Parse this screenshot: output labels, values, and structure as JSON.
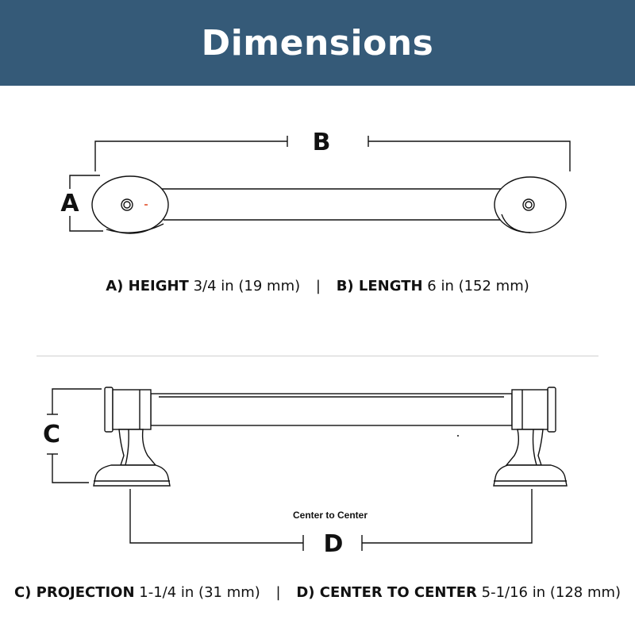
{
  "header": {
    "title": "Dimensions"
  },
  "diagram_top": {
    "labels": {
      "a": "A",
      "b": "B"
    }
  },
  "caption_top": {
    "a_label": "A) HEIGHT",
    "a_value": "3/4 in (19 mm)",
    "separator": "|",
    "b_label": "B) LENGTH",
    "b_value": "6 in (152 mm)"
  },
  "diagram_bottom": {
    "labels": {
      "c": "C",
      "d": "D"
    },
    "center_to_center": "Center to Center"
  },
  "caption_bottom": {
    "c_label": "C) PROJECTION",
    "c_value": "1-1/4 in (31 mm)",
    "separator": "|",
    "d_label": "D) CENTER TO CENTER",
    "d_value": "5-1/16 in (128 mm)"
  },
  "colors": {
    "header_bg": "#355a78",
    "header_text": "#ffffff",
    "line": "#111111"
  }
}
